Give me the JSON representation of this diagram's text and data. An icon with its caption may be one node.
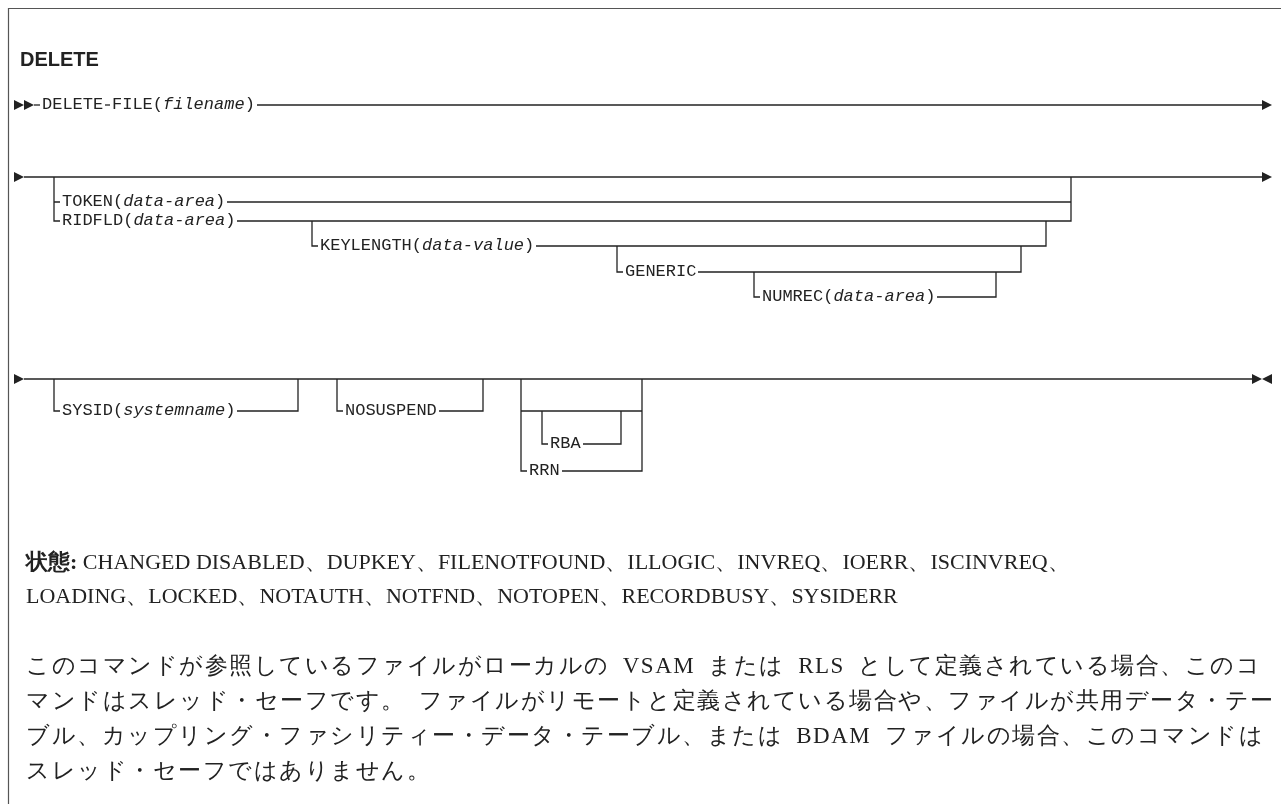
{
  "diagram": {
    "title": "DELETE",
    "labels": [
      "DELETE",
      "FILE(*filename*)",
      "TOKEN(*data-area*)",
      "RIDFLD(*data-area*)",
      "KEYLENGTH(*data-value*)",
      "GENERIC",
      "NUMREC(*data-area*)",
      "SYSID(*systemname*)",
      "NOSUSPEND",
      "RBA",
      "RRN",
      "**状態:** CHANGED DISABLED、DUPKEY、FILENOTFOUND、ILLOGIC、INVREQ、IOERR、ISCINVREQ、LOADING、LOCKED、NOTAUTH、NOTFND、NOTOPEN、RECORDBUSY、SYSIDERR",
      "このコマンドが参照しているファイルがローカルの VSAM または RLS として定義されている場合、このコマンドはスレッド・セーフです。 ファイルがリモートと定義されている場合や、ファイルが共用データ・テーブル、カップリング・ファシリティー・データ・テーブル、または BDAM ファイルの場合、このコマンドはスレッド・セーフではありません。"
    ]
  }
}
